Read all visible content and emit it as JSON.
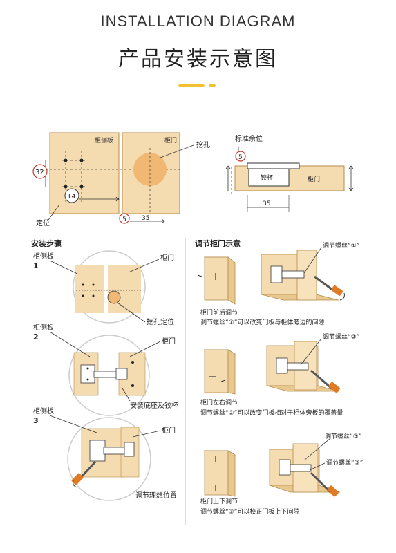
{
  "header": {
    "title_en": "INSTALLATION DIAGRAM",
    "title_cn": "产品安装示意图",
    "accent_color": "#f2c230"
  },
  "top_diagram": {
    "side_panel": "柜侧板",
    "door": "柜门",
    "hole_label": "挖孔",
    "dim_32": "32",
    "dim_14": "14",
    "dim_5": "5",
    "dim_35": "35",
    "position_label": "定位",
    "standard_margin": "标准余位",
    "cup_label": "铰杯",
    "door_right": "柜门",
    "dim_5_right": "5",
    "dim_35_right": "35"
  },
  "install_steps": {
    "heading": "安装步骤",
    "step1": {
      "num": "1",
      "side": "柜侧板",
      "door": "柜门",
      "caption": "挖孔定位"
    },
    "step2": {
      "num": "2",
      "side": "柜侧板",
      "door": "柜门",
      "caption": "安装底座及铰杯"
    },
    "step3": {
      "num": "3",
      "side": "柜侧板",
      "door": "柜门",
      "caption": "调节理想位置"
    }
  },
  "adjust": {
    "heading": "调节柜门示意",
    "a1": {
      "screw": "调节螺丝“①”",
      "title": "柜门前后调节",
      "desc": "调节螺丝“①”可以改变门板与柜体旁边的间隙"
    },
    "a2": {
      "screw": "调节螺丝“②”",
      "title": "柜门左右调节",
      "desc": "调节螺丝“②”可以改变门板相对于柜体旁板的覆盖量"
    },
    "a3": {
      "screw1": "调节螺丝“③”",
      "screw2": "调节螺丝“③”",
      "title": "柜门上下调节",
      "desc": "调节螺丝“③”可以校正门板上下间隙"
    }
  },
  "colors": {
    "wood": "#f5dcb0",
    "wood_dark": "#e9c890",
    "hole": "#f0b872",
    "circle_red": "#c0392b",
    "line": "#333333"
  }
}
